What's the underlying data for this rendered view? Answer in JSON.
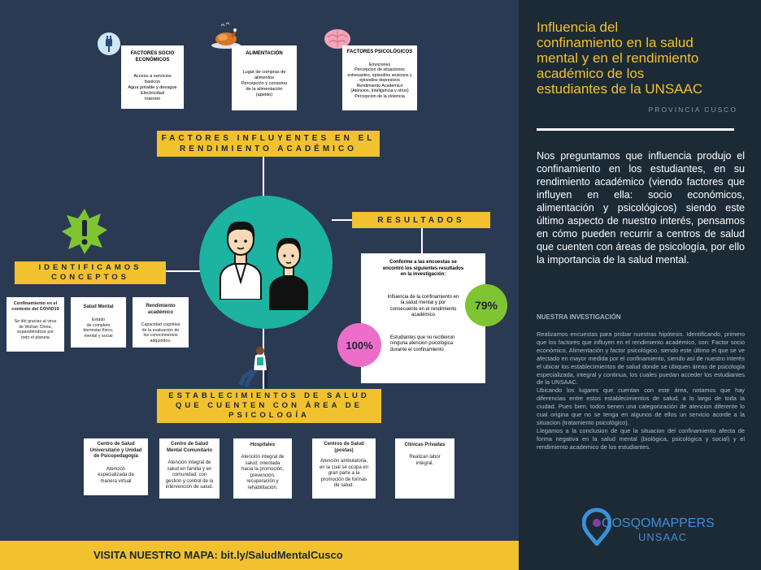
{
  "colors": {
    "left_bg": "#2b3a53",
    "right_bg": "#1c2a36",
    "accent_yellow": "#f2c12e",
    "teal": "#1cb3a0",
    "green": "#7fc531",
    "pink": "#ec6ec9"
  },
  "factors": [
    {
      "icon": "power-plug-icon",
      "title": "FACTORES SOCIO\nECONÓMICOS",
      "body": "Acceso a servicios\nbasicos\nAgua potable y desague\nElectricidad\nInternet"
    },
    {
      "icon": "roast-chicken-icon",
      "title": "ALIMENTACIÓN",
      "body": "Lugar de compras de\nalimentos\nPercepción y consumo\nde la alimentación\n(apetito)"
    },
    {
      "icon": "brain-icon",
      "title": "FACTORES PSICOLÓGICOS",
      "body": "Emociones\nPercepcion de situaciones\nestresantes, episodios ansiosos y\nepisodios depresivos\nRendimiento Academico\n(Atencion, Inteligencia y otros)\nPercepcion de la violencia"
    }
  ],
  "banner_factors": "FACTORES INFLUYENTES EN EL\nRENDIMIENTO ACADÉMICO",
  "banner_concepts": "IDENTIFICAMOS\nCONCEPTOS",
  "banner_results": "RESULTADOS",
  "banner_establishments": "ESTABLECIMIENTOS DE SALUD\nQUE CUENTEN CON ÁREA DE\nPSICOLOGÍA",
  "concepts": [
    {
      "title": "Confinamiento en el\ncontexto del COVID19",
      "body": "Se dió gracias al virus\nde Wuhan China,\nexpandiéndose por\ntodo el planeta"
    },
    {
      "title": "Salud Mental",
      "body": "Estado\nde completo\nbienestar físico,\nmental y social"
    },
    {
      "title": "Rendimiento\nacadémico",
      "body": "Capacidad cognitiva\nde la evaluación de\nlos conocimientos\nadquiridos."
    }
  ],
  "results": {
    "heading": "Conforme a las encuestas se\nencontró los siguientes resultados\nen la investigación:",
    "item1": "Influencia de la confinamiento en\nla salud mental y por\nconsecuente en el rendimiento\nacadémico",
    "item2": "Estudiantes que no recibieron\nninguna atencion psicologica\ndurante el confinamiento",
    "pct1": "79%",
    "pct2": "100%"
  },
  "establishments": [
    {
      "title": "Centro de Salud\nUniversitario y Unidad\nde Psicopedagogía",
      "body": "Atención\nespecializada de\nmanera virtual"
    },
    {
      "title": "Centro de Salud\nMental Comunitario",
      "body": "Atención integral de\nsalud en familia y en\ncomunidad; con\ngestión y control de la\nintervención de salud."
    },
    {
      "title": "Hospitales",
      "body": "Atención integral de\nsalud, orientada\nhacia la promoción,\nprevención,\nrecuperación y\nrehabilitación."
    },
    {
      "title": "Centros de Salud\n(postas)",
      "body": "Atención ambulatoria,\nen la cual se ocupa en\ngran parte a la\npromoción de formas\nde salud."
    },
    {
      "title": "Clinicas Privadas",
      "body": "Realizan labor\nintegral."
    }
  ],
  "footer": "VISITA NUESTRO MAPA: bit.ly/SaludMentalCusco",
  "right": {
    "title": "Influencia del\nconfinamiento en la salud\nmental y en el rendimiento\nacadémico de los\nestudiantes de  la UNSAAC",
    "province": "PROVINCIA CUSCO",
    "intro": "Nos preguntamos que influencia produjo el confinamiento en los estudiantes, en su rendimiento académico (viendo factores que influyen en ella: socio económicos, alimentación y psicológicos) siendo este último aspecto de nuestro interés, pensamos en cómo pueden recurrir a centros de salud que cuenten con áreas de psicología, por ello la importancia de la salud mental.",
    "investigation_heading": "NUESTRA INVESTIGACIÓN",
    "investigation_body": "Realizamos encuestas para probar nuestras hipótesis. Identificando, primero que los factores que influyen en el rendimiento académico, son: Factor socio económico, Alimentación y factor psicológico, siendo este último el que se ve afectado en mayor medida por el confinamiento, siendo así de nuestro interés el ubicar los establecimientos de salud donde se ubiquen áreas de psicología especializada, integral y continua, los cuales puedan acceder los estudiantes de la UNSAAC.\nUbicando los lugares que cuentan con este área, notamos que hay diferencias entre estos establecimientos de salud, a lo largo de toda la ciudad. Pues bien, todos tienen una categorización de atencion diferente lo cual origina que no se tenga en algunos de ellos un servicio acorde a la situacion (tratamiento psicológico).\nLlegamos a la conclusion de que la situacion del confinamiento afecta de forma negativa en la salud mental (biológica, psicológica y social) y el rendimiento academico de los estudiantes.",
    "logo_top": "QOSQOMAPPERS",
    "logo_bottom": "UNSAAC"
  }
}
